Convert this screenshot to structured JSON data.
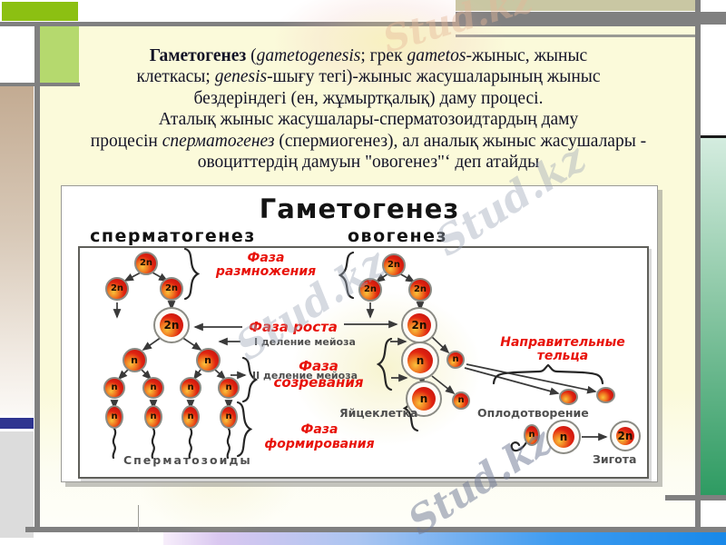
{
  "slide": {
    "watermark": "Stud.kz",
    "palette": {
      "top_green": "#8cc012",
      "light_green": "#b5d96e",
      "tan": "#c3ab92",
      "navy_bar": "#2f3590",
      "gray_block": "#dcdcdc",
      "frame_gray": "#808080",
      "content_bg": "#fbfada",
      "khaki": "#c9c7a3",
      "right_green": "#2e9b62",
      "bottom_bar_blue": "#1888e8",
      "phase_red": "#e8120a",
      "cell_red": "#e02310"
    },
    "intro": {
      "lines": [
        [
          {
            "t": "Гаметогенез",
            "b": true
          },
          {
            "t": " ("
          },
          {
            "t": "gametogenesis",
            "i": true
          },
          {
            "t": "; грек "
          },
          {
            "t": "gametos",
            "i": true
          },
          {
            "t": "-жыныс, жыныс"
          }
        ],
        [
          {
            "t": "клеткасы; "
          },
          {
            "t": "genesis",
            "i": true
          },
          {
            "t": "-шығу тегі)-жыныс жасушаларының жыныс"
          }
        ],
        [
          {
            "t": "бездеріндегі (ен, жұмыртқалық) даму процесі."
          }
        ],
        [
          {
            "t": "Аталық жыныс жасушалары-сперматозоидтардың даму"
          }
        ],
        [
          {
            "t": "процесін "
          },
          {
            "t": "сперматогенез",
            "i": true
          },
          {
            "t": " (спермиогенез), ал аналық жыныс жасушалары -"
          }
        ],
        [
          {
            "t": "овоциттердің дамуын \"овогенез\"‘ деп атайды"
          }
        ]
      ]
    },
    "diagram": {
      "title": "Гаметогенез",
      "left_heading": "сперматогенез",
      "right_heading": "овогенез",
      "phase_labels": {
        "reproduction": [
          "Фаза",
          "размножения"
        ],
        "growth": "Фаза роста",
        "maturation": "Фаза созревания",
        "formation": [
          "Фаза",
          "формирования"
        ],
        "polar_bodies": [
          "Направительные",
          "тельца"
        ]
      },
      "division_labels": {
        "meiosis1": "I деление мейоза",
        "meiosis2": "II деление мейоза"
      },
      "captions": {
        "egg": "Яйцеклетка",
        "fertilization": "Оплодотворение",
        "spermatozoa": "Сперматозоиды",
        "zygote": "Зигота"
      },
      "cell_labels": {
        "diploid": "2n",
        "haploid": "n"
      }
    }
  }
}
